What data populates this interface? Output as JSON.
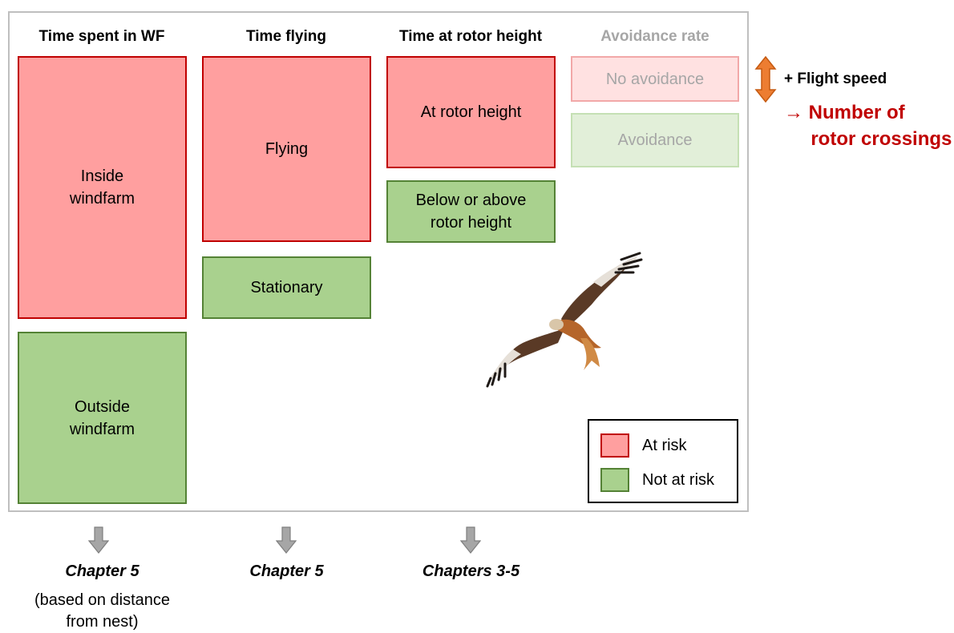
{
  "headers": {
    "time_in_wf": "Time spent in WF",
    "time_flying": "Time flying",
    "time_rotor": "Time at rotor height",
    "avoidance": "Avoidance rate"
  },
  "boxes": {
    "inside": "Inside\nwindfarm",
    "outside": "Outside\nwindfarm",
    "flying": "Flying",
    "stationary": "Stationary",
    "at_rotor": "At rotor height",
    "below_above": "Below or above\nrotor height",
    "no_avoidance": "No avoidance",
    "avoidance": "Avoidance"
  },
  "side": {
    "flight_speed": "+ Flight speed",
    "result": "→ Number of\n     rotor crossings"
  },
  "legend": {
    "at_risk": "At risk",
    "not_at_risk": "Not at risk"
  },
  "chapters": {
    "col1": "Chapter 5",
    "col1_note": "(based on distance\nfrom nest)",
    "col2": "Chapter 5",
    "col3": "Chapters 3-5"
  },
  "colors": {
    "at_risk_fill": "#ff9f9f",
    "at_risk_border": "#c00000",
    "not_at_risk_fill": "#a9d18e",
    "not_at_risk_border": "#548235",
    "result_text": "#c00000",
    "speed_arrow": "#ed7d31"
  }
}
